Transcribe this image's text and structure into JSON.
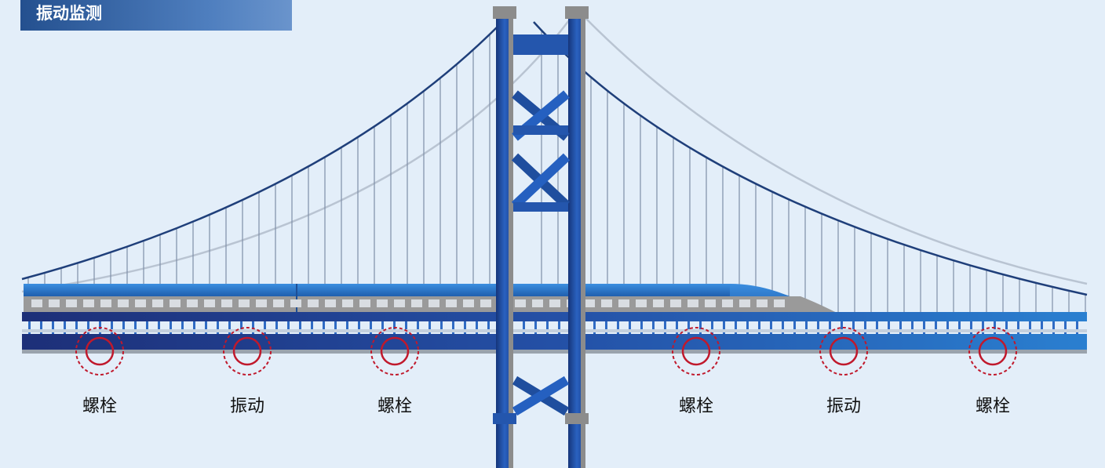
{
  "title": "振动监测",
  "sensors": [
    {
      "label": "螺栓",
      "type": "bolt"
    },
    {
      "label": "振动",
      "type": "vibration"
    },
    {
      "label": "螺栓",
      "type": "bolt"
    },
    {
      "label": "螺栓",
      "type": "bolt"
    },
    {
      "label": "振动",
      "type": "vibration"
    },
    {
      "label": "螺栓",
      "type": "bolt"
    }
  ],
  "colors": {
    "background": "#e3eef9",
    "tower_blue": "#1f4e9e",
    "tower_gray": "#8c8c8c",
    "cable_dark": "#1f3f7a",
    "cable_light": "#b9c4d2",
    "deck_dark": "#1e3f8a",
    "deck_light": "#2a7fd0",
    "train_blue": "#2b7fcf",
    "train_gray": "#9a9a9a",
    "sensor_red": "#c0192c"
  }
}
